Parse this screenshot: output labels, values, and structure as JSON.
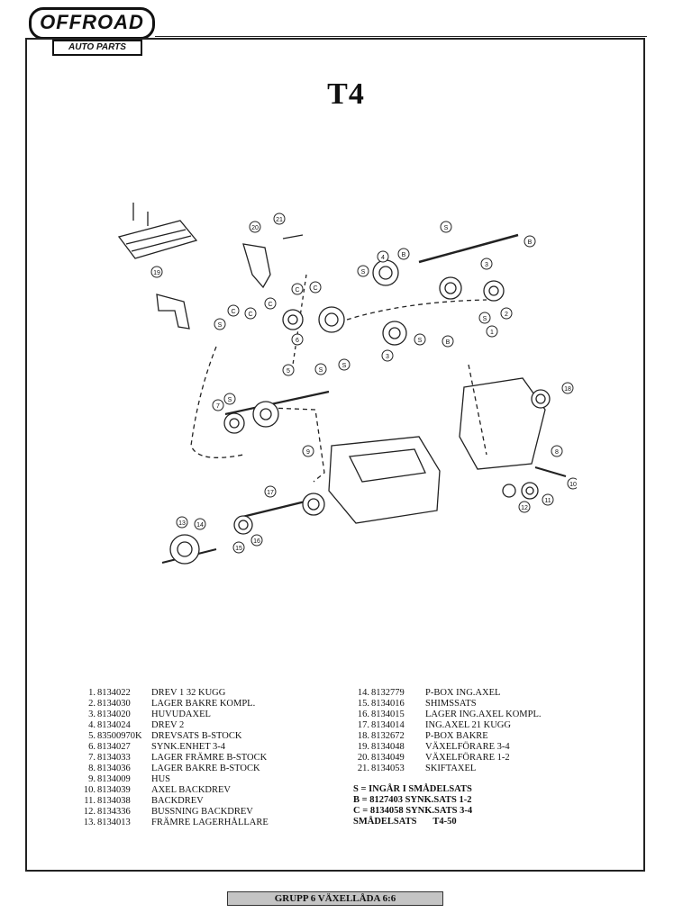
{
  "logo": {
    "brand": "OFFROAD",
    "sub": "AUTO PARTS"
  },
  "page_title": "T4",
  "diagram": {
    "callouts": [
      "1",
      "2",
      "3",
      "3",
      "4",
      "5",
      "6",
      "7",
      "8",
      "9",
      "10",
      "11",
      "12",
      "13",
      "14",
      "15",
      "16",
      "17",
      "18",
      "19",
      "20",
      "21",
      "B",
      "B",
      "B",
      "C",
      "C",
      "C",
      "C",
      "C",
      "S",
      "S",
      "S",
      "S",
      "S",
      "S",
      "S",
      "S"
    ]
  },
  "parts": [
    {
      "num": "1.",
      "code": "8134022",
      "desc": "DREV 1 32 KUGG"
    },
    {
      "num": "2.",
      "code": "8134030",
      "desc": "LAGER BAKRE KOMPL."
    },
    {
      "num": "3.",
      "code": "8134020",
      "desc": "HUVUDAXEL"
    },
    {
      "num": "4.",
      "code": "8134024",
      "desc": "DREV 2"
    },
    {
      "num": "5.",
      "code": "83500970K",
      "desc": "DREVSATS B-STOCK"
    },
    {
      "num": "6.",
      "code": "8134027",
      "desc": "SYNK.ENHET 3-4"
    },
    {
      "num": "7.",
      "code": "8134033",
      "desc": "LAGER FRÄMRE B-STOCK"
    },
    {
      "num": "8.",
      "code": "8134036",
      "desc": "LAGER BAKRE B-STOCK"
    },
    {
      "num": "9.",
      "code": "8134009",
      "desc": "HUS"
    },
    {
      "num": "10.",
      "code": "8134039",
      "desc": "AXEL BACKDREV"
    },
    {
      "num": "11.",
      "code": "8134038",
      "desc": "BACKDREV"
    },
    {
      "num": "12.",
      "code": "8134336",
      "desc": "BUSSNING BACKDREV"
    },
    {
      "num": "13.",
      "code": "8134013",
      "desc": "FRÄMRE LAGERHÅLLARE"
    },
    {
      "num": "14.",
      "code": "8132779",
      "desc": "P-BOX ING.AXEL"
    },
    {
      "num": "15.",
      "code": "8134016",
      "desc": "SHIMSSATS"
    },
    {
      "num": "16.",
      "code": "8134015",
      "desc": "LAGER ING.AXEL KOMPL."
    },
    {
      "num": "17.",
      "code": "8134014",
      "desc": "ING.AXEL 21 KUGG"
    },
    {
      "num": "18.",
      "code": "8132672",
      "desc": "P-BOX BAKRE"
    },
    {
      "num": "19.",
      "code": "8134048",
      "desc": "VÄXELFÖRARE 3-4"
    },
    {
      "num": "20.",
      "code": "8134049",
      "desc": "VÄXELFÖRARE 1-2"
    },
    {
      "num": "21.",
      "code": "8134053",
      "desc": "SKIFTAXEL"
    }
  ],
  "notes": {
    "s": "S = INGÅR I SMÅDELSATS",
    "b": "B = 8127403 SYNK.SATS 1-2",
    "c": "C = 8134058 SYNK.SATS 3-4",
    "kit_label": "SMÅDELSATS",
    "kit_code": "T4-50"
  },
  "footer": "GRUPP 6 VÄXELLÅDA 6:6"
}
